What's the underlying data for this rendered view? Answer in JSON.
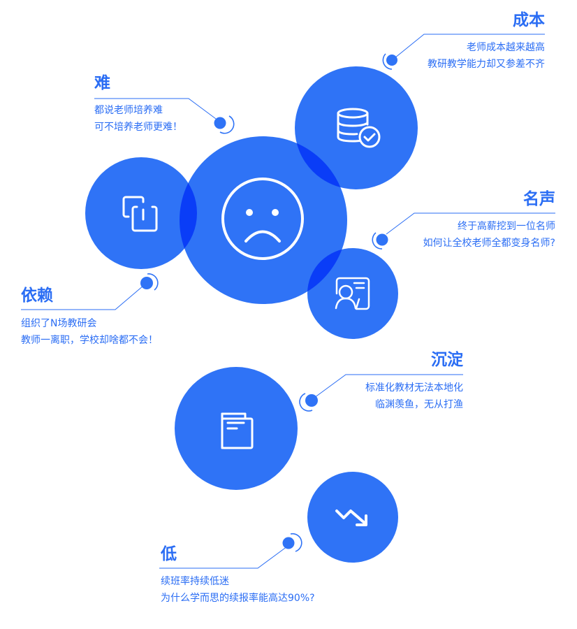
{
  "colors": {
    "accent": "#2f73f6",
    "overlap": "#0a3df7",
    "text": "#2a6df4",
    "icon": "#ffffff",
    "background": "#ffffff"
  },
  "center": {
    "icon": "sad-face-icon"
  },
  "items": [
    {
      "key": "cost",
      "title": "成本",
      "lines": [
        "老师成本越来越高",
        "教研教学能力却又参差不齐"
      ],
      "icon": "database-check-icon"
    },
    {
      "key": "difficulty",
      "title": "难",
      "lines": [
        "都说老师培养难",
        "可不培养老师更难！"
      ],
      "icon": "none"
    },
    {
      "key": "reputation",
      "title": "名声",
      "lines": [
        "终于高薪挖到一位名师",
        "如何让全校老师全都变身名师?"
      ],
      "icon": "teacher-board-icon"
    },
    {
      "key": "dependency",
      "title": "依赖",
      "lines": [
        "组织了N场教研会",
        "教师一离职，学校却啥都不会！"
      ],
      "icon": "copy-icon"
    },
    {
      "key": "sediment",
      "title": "沉淀",
      "lines": [
        "标准化教材无法本地化",
        "临渊羡鱼，无从打渔"
      ],
      "icon": "book-icon"
    },
    {
      "key": "low",
      "title": "低",
      "lines": [
        "续班率持续低迷",
        "为什么学而思的续报率能高达90%?"
      ],
      "icon": "trend-down-icon"
    }
  ]
}
